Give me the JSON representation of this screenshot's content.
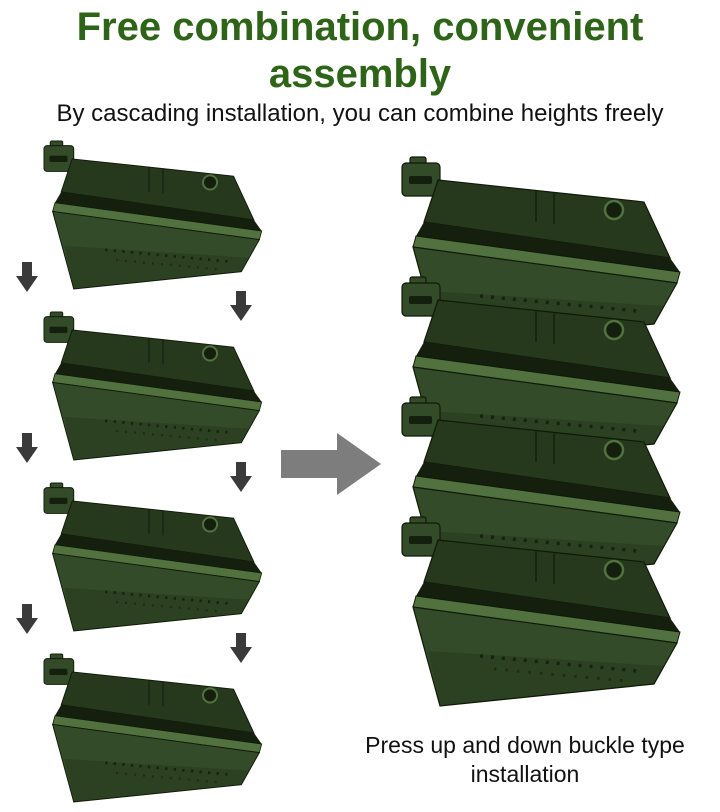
{
  "header": {
    "title": "Free combination, convenient\nassembly",
    "subtitle": "By cascading installation, you can combine heights freely"
  },
  "caption": {
    "text": "Press up and down buckle type\ninstallation"
  },
  "diagram": {
    "left_column_units": 4,
    "right_column_units": 4,
    "small_down_arrows": 6,
    "flow_arrow_direction": "right",
    "product": "stackable wall-mounted planter"
  },
  "colors": {
    "title_green": "#2e6418",
    "text_black": "#111111",
    "planter_main": "#334b28",
    "planter_light": "#51713f",
    "planter_back": "#27391d",
    "planter_dark": "#141f0d",
    "planter_outline": "#101a08",
    "small_arrow": "#3a3a3a",
    "big_arrow": "#7d7d7d",
    "background": "#ffffff"
  }
}
